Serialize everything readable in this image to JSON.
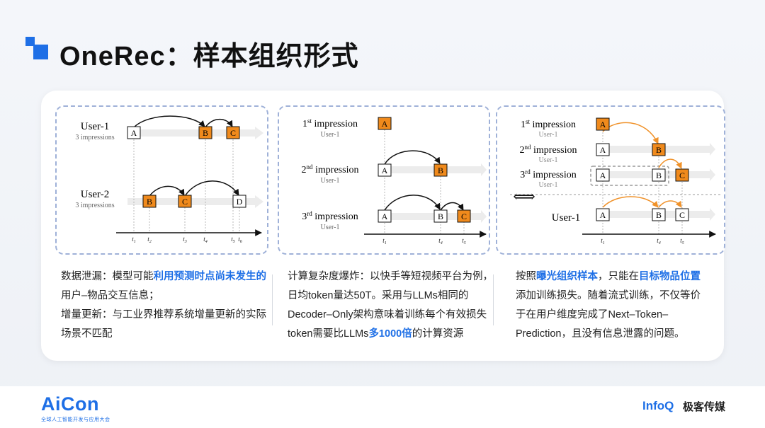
{
  "page": {
    "title": "OneRec：样本组织形式"
  },
  "colors": {
    "accent": "#1e6fe6",
    "box_orange": "#f08a1c",
    "arrow_orange": "#f0922a"
  },
  "panel1": {
    "user1_name": "User-1",
    "user1_sub": "3 impressions",
    "user2_name": "User-2",
    "user2_sub": "3 impressions",
    "user1_items": [
      "A",
      "B",
      "C"
    ],
    "user2_items": [
      "B",
      "C",
      "D"
    ],
    "ticks": [
      {
        "t": "t",
        "s": "1"
      },
      {
        "t": "t",
        "s": "2"
      },
      {
        "t": "t",
        "s": "3"
      },
      {
        "t": "t",
        "s": "4"
      },
      {
        "t": "t",
        "s": "5"
      },
      {
        "t": "t",
        "s": "6"
      }
    ]
  },
  "panel2": {
    "rows": [
      {
        "ord": "1",
        "sup": "st",
        "label": " impression",
        "sub": "User-1"
      },
      {
        "ord": "2",
        "sup": "nd",
        "label": " impression",
        "sub": "User-1"
      },
      {
        "ord": "3",
        "sup": "rd",
        "label": " impression",
        "sub": "User-1"
      }
    ],
    "items": [
      "A",
      "B",
      "C"
    ],
    "ticks": [
      {
        "t": "t",
        "s": "1"
      },
      {
        "t": "t",
        "s": "4"
      },
      {
        "t": "t",
        "s": "5"
      }
    ]
  },
  "panel3": {
    "rows": [
      {
        "ord": "1",
        "sup": "st",
        "label": " impression",
        "sub": "User-1"
      },
      {
        "ord": "2",
        "sup": "nd",
        "label": " impression",
        "sub": "User-1"
      },
      {
        "ord": "3",
        "sup": "rd",
        "label": " impression",
        "sub": "User-1"
      }
    ],
    "equiv_symbol": "⟺",
    "bottom_user": "User-1",
    "items": [
      "A",
      "B",
      "C"
    ],
    "ticks": [
      {
        "t": "t",
        "s": "1"
      },
      {
        "t": "t",
        "s": "4"
      },
      {
        "t": "t",
        "s": "5"
      }
    ]
  },
  "desc1": {
    "l1_a": "数据泄漏：模型可能",
    "l1_hl": "利用预测时点尚未发生的",
    "l2": "用户–物品交互信息；",
    "l3": "增量更新：与工业界推荐系统增量更新的实际",
    "l4": "场景不匹配"
  },
  "desc2": {
    "l1": "计算复杂度爆炸：以快手等短视频平台为例，",
    "l2": "日均token量达50T。采用与LLMs相同的",
    "l3": "Decoder–Only架构意味着训练每个有效损失",
    "l4_a": "token需要比LLMs",
    "l4_hl": "多1000倍",
    "l4_b": "的计算资源"
  },
  "desc3": {
    "l1_a": "按照",
    "l1_hl1": "曝光组织样本",
    "l1_b": "，只能在",
    "l1_hl2": "目标物品位置",
    "l2": "添加训练损失。随着流式训练，不仅等价",
    "l3": "于在用户维度完成了Next–Token–",
    "l4": "Prediction，且没有信息泄露的问题。"
  },
  "footer": {
    "aicon": "AiCon",
    "aicon_sub": "全球人工智能开发与应用大会",
    "infoq": "InfoQ",
    "infoq_cn": "极客传媒"
  }
}
